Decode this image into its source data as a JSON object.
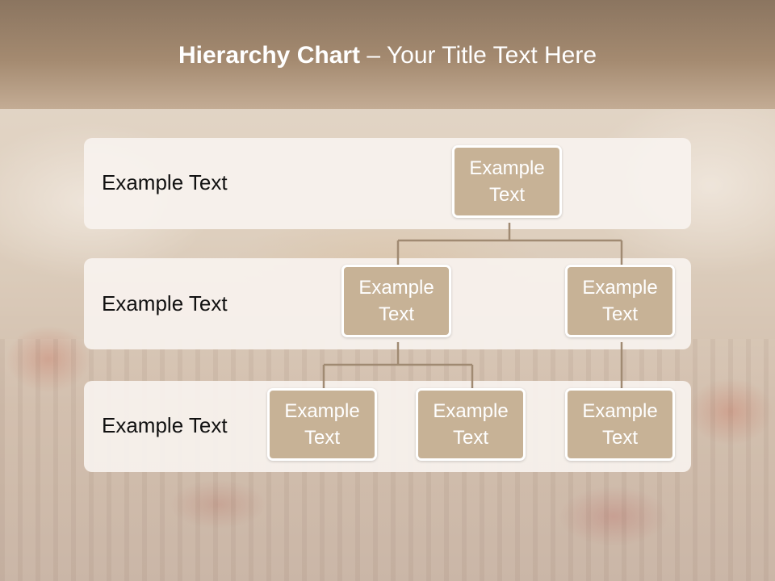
{
  "slide": {
    "title_bold": "Hierarchy Chart",
    "title_separator": "–",
    "title_rest": "Your Title Text Here"
  },
  "rows": [
    {
      "label": "Example Text"
    },
    {
      "label": "Example Text"
    },
    {
      "label": "Example Text"
    }
  ],
  "nodes": [
    {
      "text": "Example Text"
    },
    {
      "text": "Example Text"
    },
    {
      "text": "Example Text"
    },
    {
      "text": "Example Text"
    },
    {
      "text": "Example Text"
    },
    {
      "text": "Example Text"
    }
  ],
  "colors": {
    "node_fill": "#c7b296",
    "connector": "#a08a72",
    "title_band": "#8b7560"
  }
}
